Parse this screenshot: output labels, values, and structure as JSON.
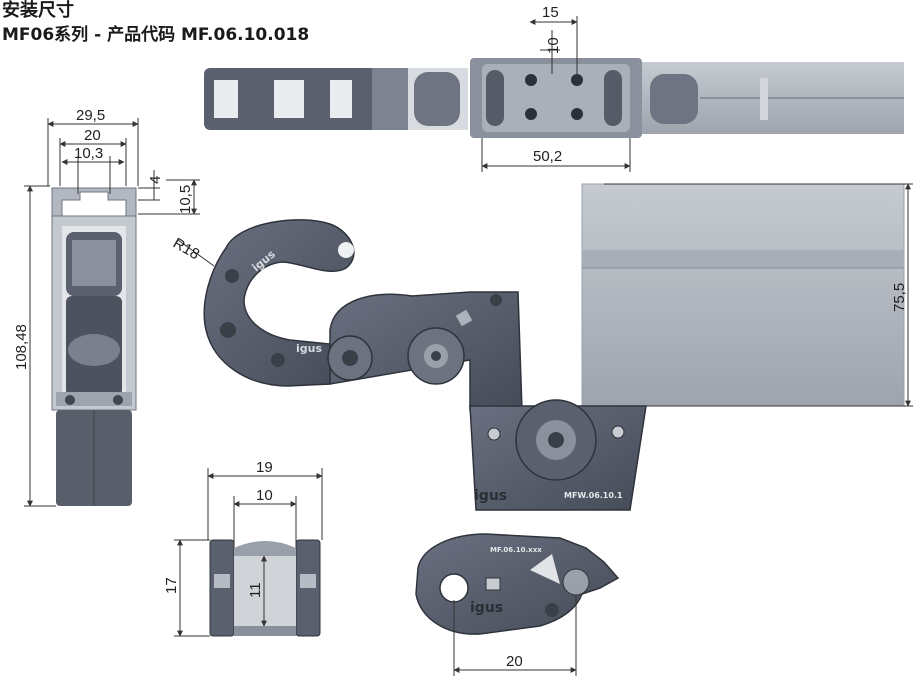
{
  "header": {
    "title": "安装尺寸",
    "subtitle": "MF06系列 - 产品代码 MF.06.10.018"
  },
  "dimensions": {
    "top_15": "15",
    "top_10": "10",
    "top_50_2": "50,2",
    "w_29_5": "29,5",
    "w_20": "20",
    "w_10_3": "10,3",
    "h_4": "4",
    "h_10_5": "10,5",
    "h_108_48": "108,48",
    "radius": "R18",
    "h_75_5": "75,5",
    "w_19": "19",
    "w_10": "10",
    "h_17": "17",
    "h_11": "11",
    "bottom_20": "20"
  },
  "parts": {
    "base_marking": "MFW.06.10.1",
    "logo": "igus",
    "link_marking": "MF.06.10.xxx"
  },
  "colors": {
    "part_dark": "#4d5360",
    "part_mid": "#6b7180",
    "part_light": "#9aa0aa",
    "rail": "#b9bec6",
    "dim_line": "#333333"
  }
}
